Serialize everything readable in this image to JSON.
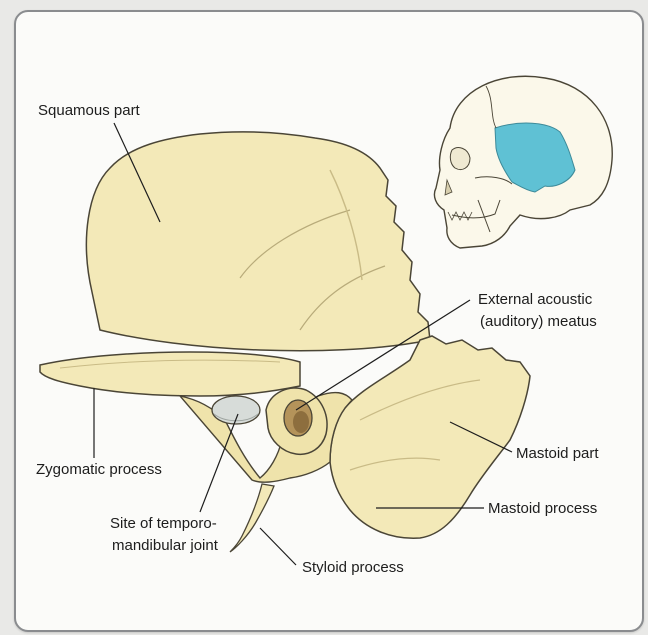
{
  "colors": {
    "bone": "#f3e9b8",
    "bone_shade": "#e2d49a",
    "bone_outline": "#4a4536",
    "skull_highlight": "#5fc1d4",
    "card_border": "#8a8c8f",
    "label_text": "#1d1d1d"
  },
  "labels": {
    "squamous": "Squamous part",
    "eam_line1": "External acoustic",
    "eam_line2": "(auditory) meatus",
    "mastoid_part": "Mastoid part",
    "zygomatic": "Zygomatic process",
    "mastoid_process": "Mastoid process",
    "tmj_line1": "Site of temporo-",
    "tmj_line2": "mandibular joint",
    "styloid": "Styloid process"
  }
}
